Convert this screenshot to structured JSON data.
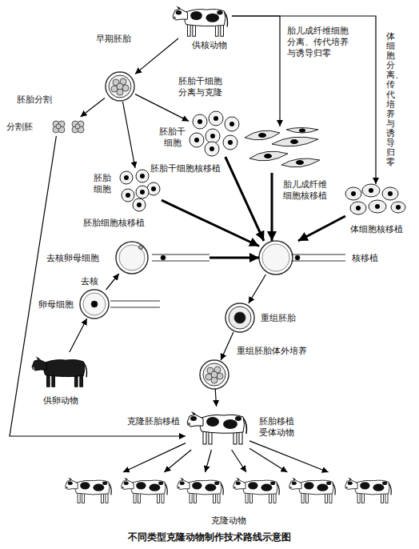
{
  "diagram": {
    "caption": "不同类型克隆动物制作技术路线示意图",
    "nodes": [
      {
        "text": [
          "供核动物"
        ]
      },
      {
        "text": [
          "早期胚胎"
        ]
      },
      {
        "text": [
          "分割胚"
        ]
      },
      {
        "text": [
          "胚胎干细胞",
          "胚胎干细胞核移植"
        ]
      },
      {
        "text": [
          "胎儿成纤维细胞核移植"
        ]
      },
      {
        "text": [
          "胚胎细胞",
          "胚胎细胞核移植"
        ]
      },
      {
        "text": [
          "体细胞核移植"
        ]
      },
      {
        "text": [
          "去核卵母细胞"
        ]
      },
      {
        "text": [
          "核移植"
        ]
      },
      {
        "text": [
          "卵母细胞"
        ]
      },
      {
        "text": [
          "重组胚胎"
        ]
      },
      {
        "text": [
          "供卵动物"
        ]
      },
      {
        "text": [
          "重组胚胎体外培养"
        ]
      },
      {
        "text": [
          "胚胎移植受体动物"
        ]
      },
      {
        "text": [
          "克隆动物"
        ]
      }
    ],
    "edges": [
      {
        "from": 0,
        "to": 1,
        "arrow": "to"
      },
      {
        "from": 0,
        "to": 4,
        "arrow": "to",
        "label": "胎儿成纤维细胞分离、传代培养与诱导归零"
      },
      {
        "from": 0,
        "to": 6,
        "arrow": "to",
        "label": "体细胞分离、传代培养与诱导归零"
      },
      {
        "from": 1,
        "to": 2,
        "arrow": "to",
        "label": "胚胎分割"
      },
      {
        "from": 1,
        "to": 3,
        "arrow": "to",
        "label": "胚胎干细胞分离与克隆"
      },
      {
        "from": 1,
        "to": 5,
        "arrow": "to"
      },
      {
        "from": 2,
        "to": 13,
        "arrow": "to"
      },
      {
        "from": 3,
        "to": 8,
        "arrow": "to"
      },
      {
        "from": 4,
        "to": 8,
        "arrow": "to"
      },
      {
        "from": 5,
        "to": 8,
        "arrow": "to"
      },
      {
        "from": 6,
        "to": 8,
        "arrow": "to"
      },
      {
        "from": 7,
        "to": 8,
        "arrow": "to"
      },
      {
        "from": 9,
        "to": 7,
        "arrow": "to",
        "label": "去核"
      },
      {
        "from": 11,
        "to": 9,
        "arrow": "to"
      },
      {
        "from": 8,
        "to": 10,
        "arrow": "to"
      },
      {
        "from": 10,
        "to": 12,
        "arrow": "to"
      },
      {
        "from": 12,
        "to": 13,
        "arrow": "to",
        "label": "克隆胚胎移植"
      },
      {
        "from": 13,
        "to": 14,
        "arrow": "to"
      },
      {
        "from": 13,
        "to": 14,
        "arrow": "to"
      },
      {
        "from": 13,
        "to": 14,
        "arrow": "to"
      },
      {
        "from": 13,
        "to": 14,
        "arrow": "to"
      },
      {
        "from": 13,
        "to": 14,
        "arrow": "to"
      },
      {
        "from": 13,
        "to": 14,
        "arrow": "to"
      }
    ]
  }
}
